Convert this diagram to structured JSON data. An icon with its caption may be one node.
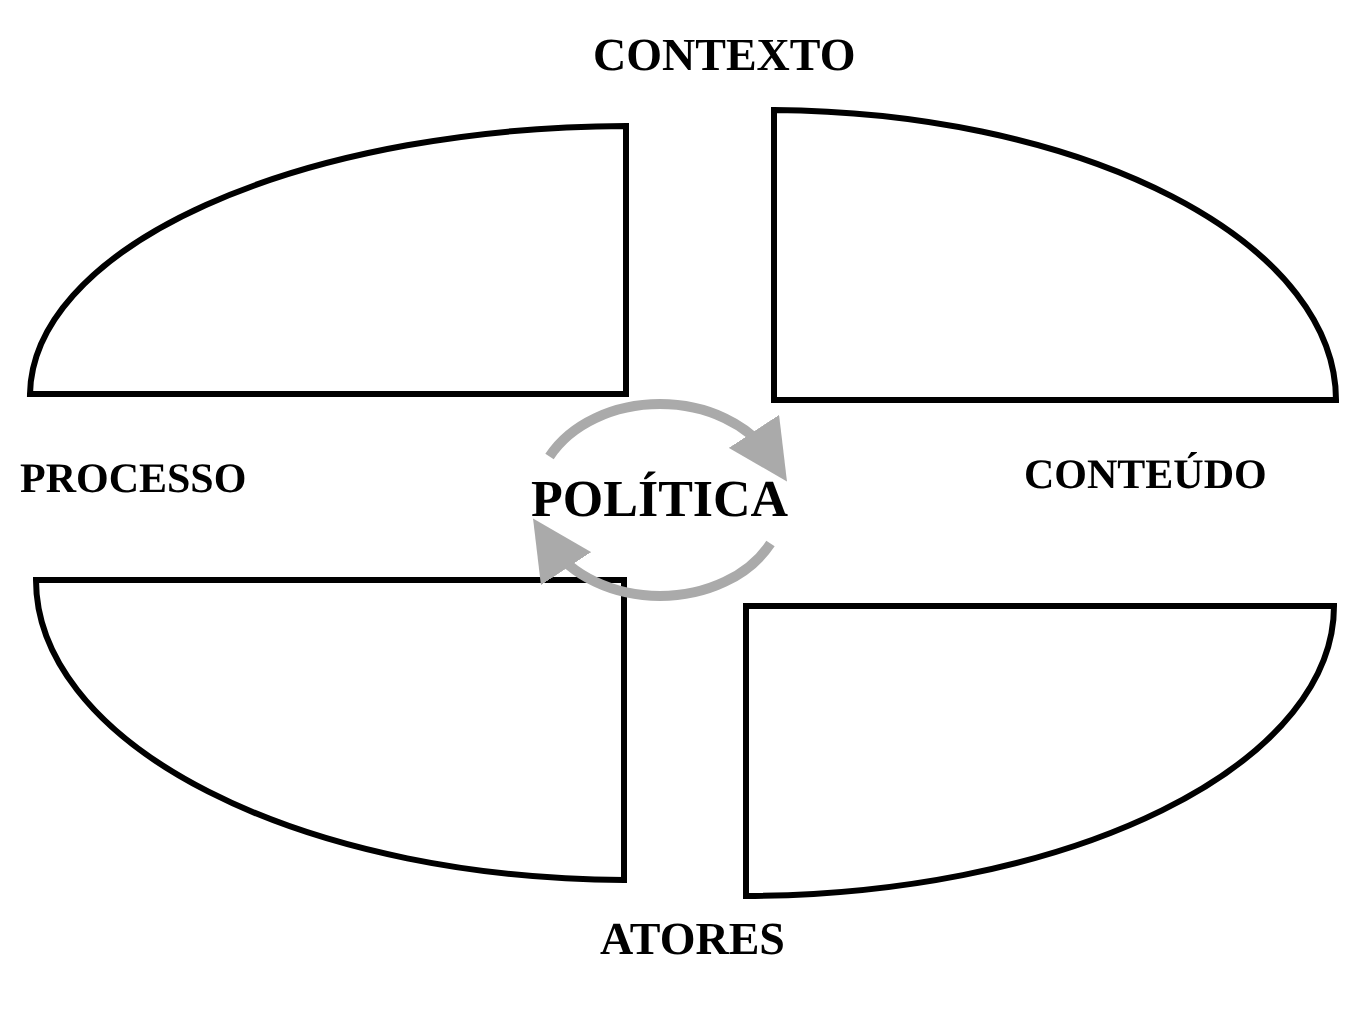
{
  "diagram": {
    "nodes": [
      {
        "text": [
          "POLÍTICA"
        ]
      }
    ],
    "labels": [
      "CONTEXTO",
      "PROCESSO",
      "CONTEÚDO",
      "ATORES"
    ]
  }
}
